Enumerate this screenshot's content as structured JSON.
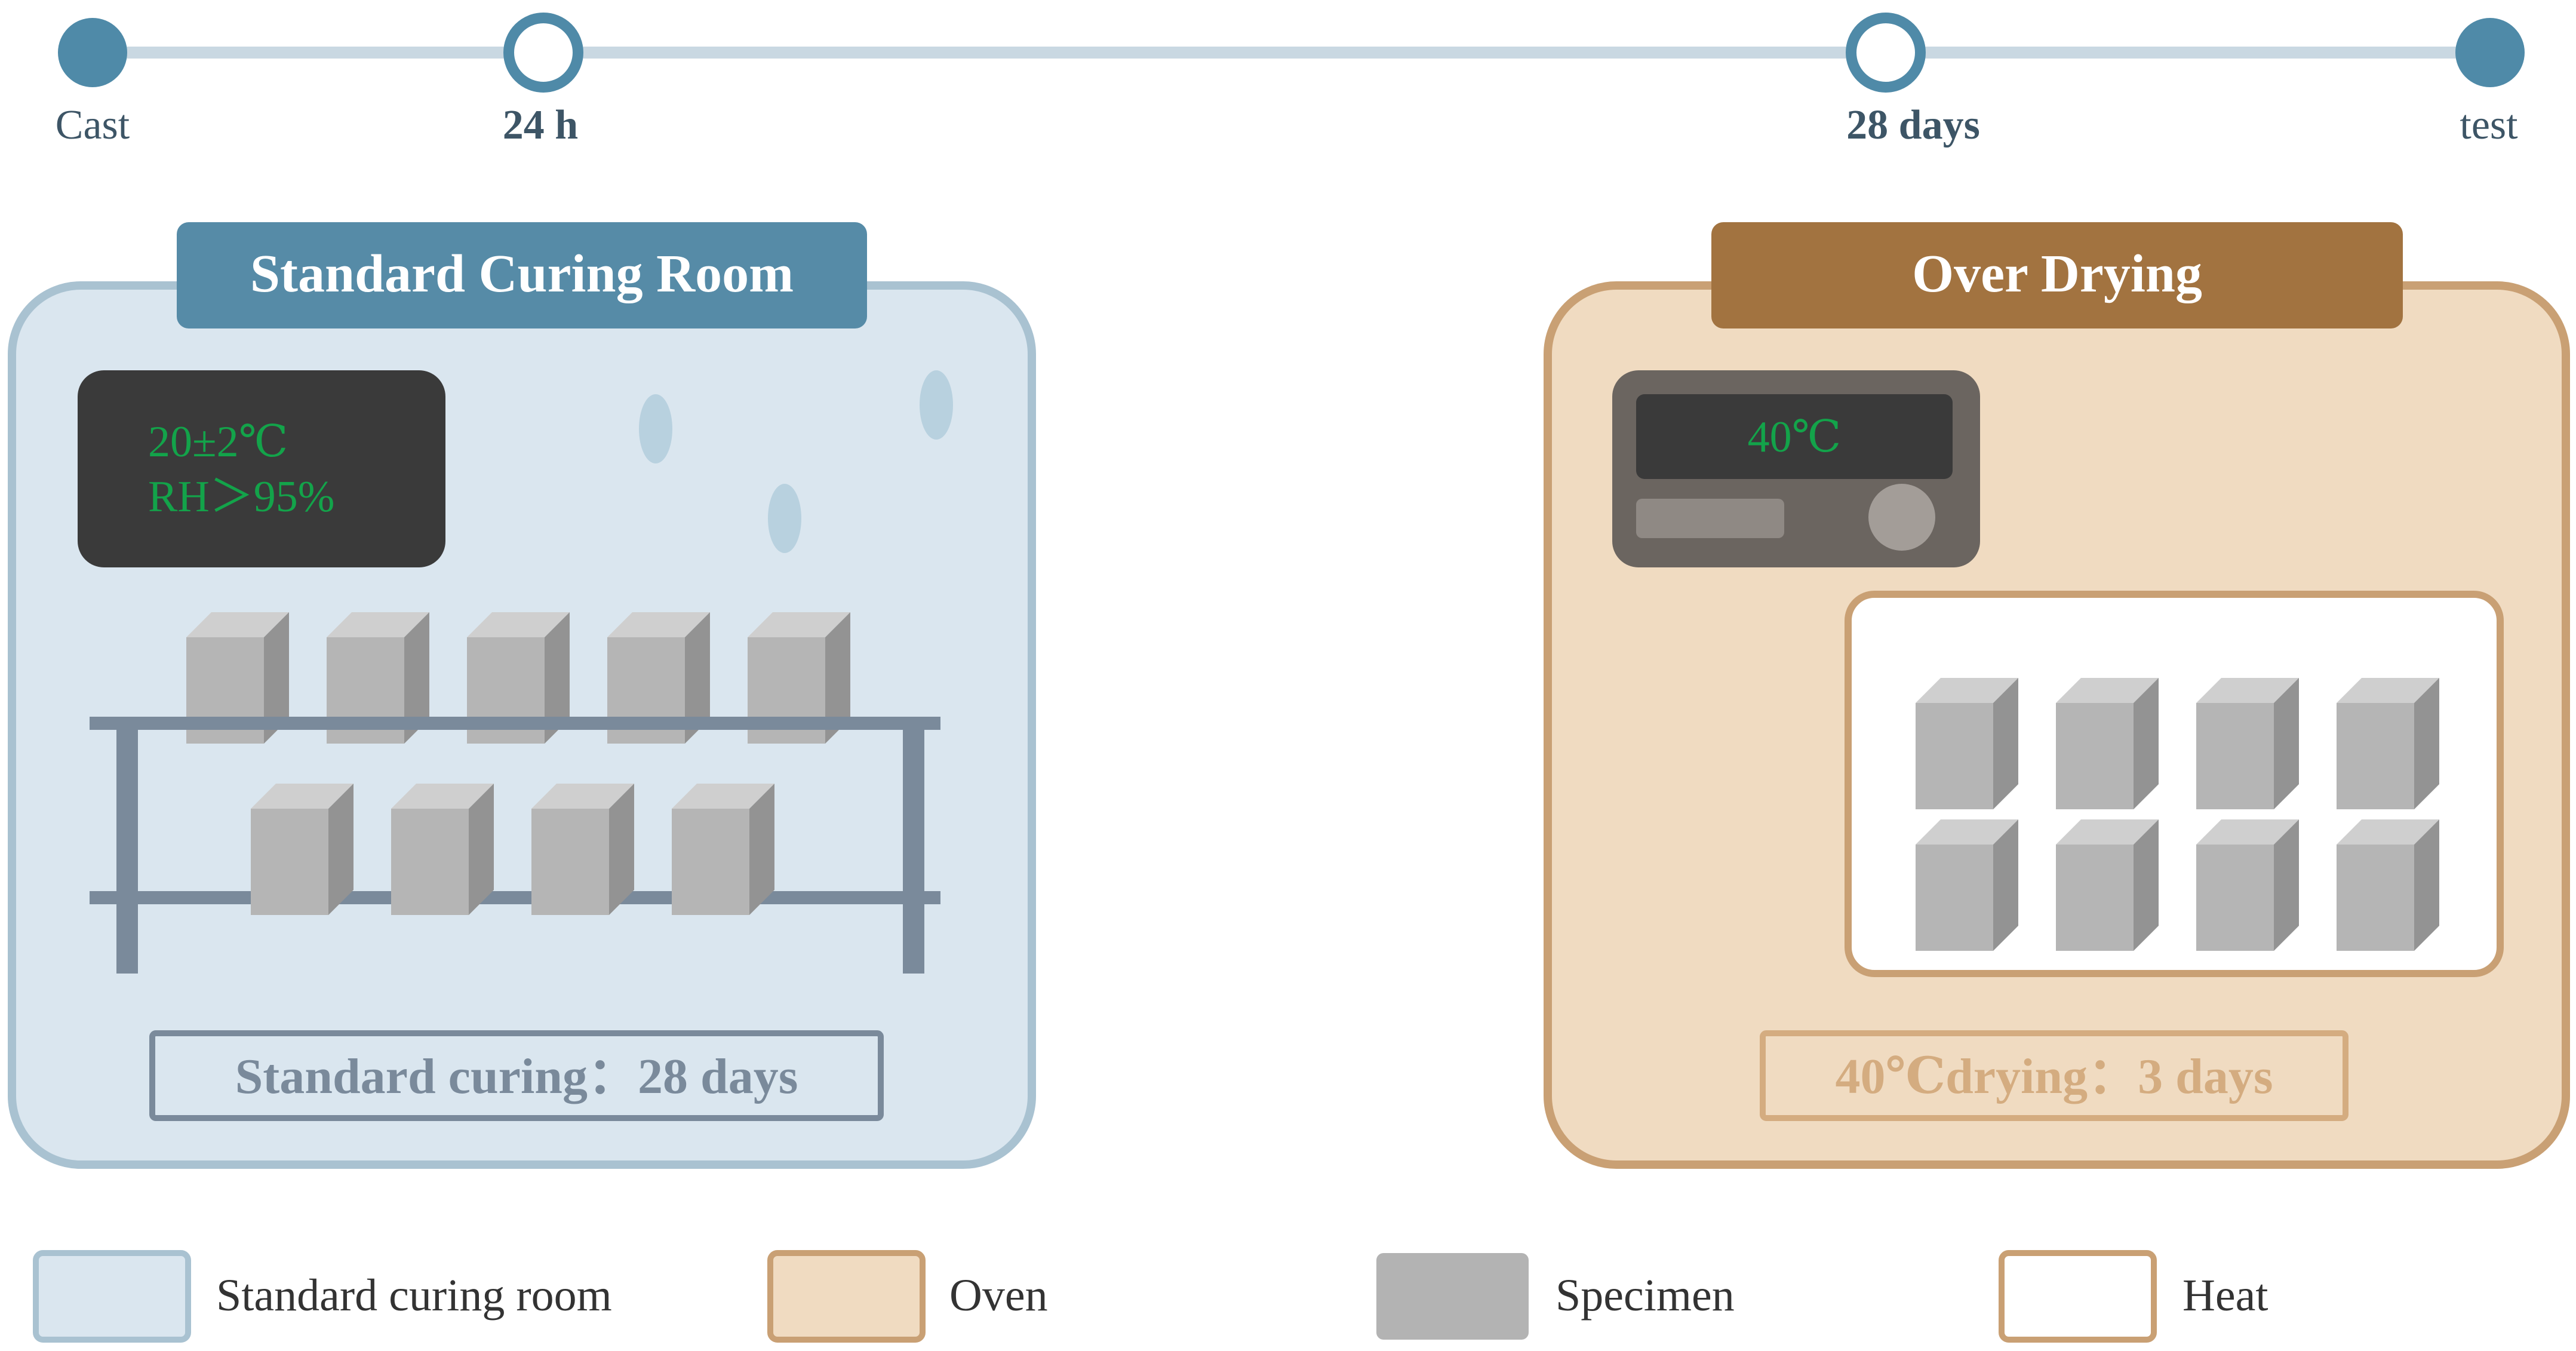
{
  "timeline": {
    "points": [
      {
        "label": "Cast",
        "style": "filled"
      },
      {
        "label": "24 h",
        "style": "hollow"
      },
      {
        "label": "28 days",
        "style": "hollow"
      },
      {
        "label": "test",
        "style": "filled"
      }
    ]
  },
  "curing_room": {
    "title": "Standard Curing Room",
    "display_line1": "20±2℃",
    "display_line2": "RH＞95%",
    "caption": "Standard curing：28 days",
    "upper_shelf_specimens": 5,
    "lower_shelf_specimens": 4
  },
  "oven": {
    "title": "Over Drying",
    "display": "40℃",
    "caption": "40℃drying：3 days",
    "specimen_rows": 2,
    "specimens_per_row": 4
  },
  "legend": {
    "items": [
      {
        "label": "Standard curing room",
        "fill": "#dae6ef",
        "stroke": "#a9c2d1"
      },
      {
        "label": "Oven",
        "fill": "#f0dbc1",
        "stroke": "#c9a074"
      },
      {
        "label": "Specimen",
        "fill": "#b3b3b3",
        "stroke": "#b3b3b3"
      },
      {
        "label": "Heat",
        "fill": "#ffffff",
        "stroke": "#c9a074"
      }
    ]
  },
  "colors": {
    "timeline_line": "#c9d8e2",
    "timeline_node": "#4f8aa8",
    "room_fill": "#dae6ef",
    "room_stroke": "#a9c2d1",
    "room_title_bg": "#568ba7",
    "oven_fill": "#f0dbc1",
    "oven_stroke": "#c9a074",
    "oven_title_bg": "#a27340",
    "display_text": "#13a34a",
    "shelf": "#7a8a9b"
  }
}
